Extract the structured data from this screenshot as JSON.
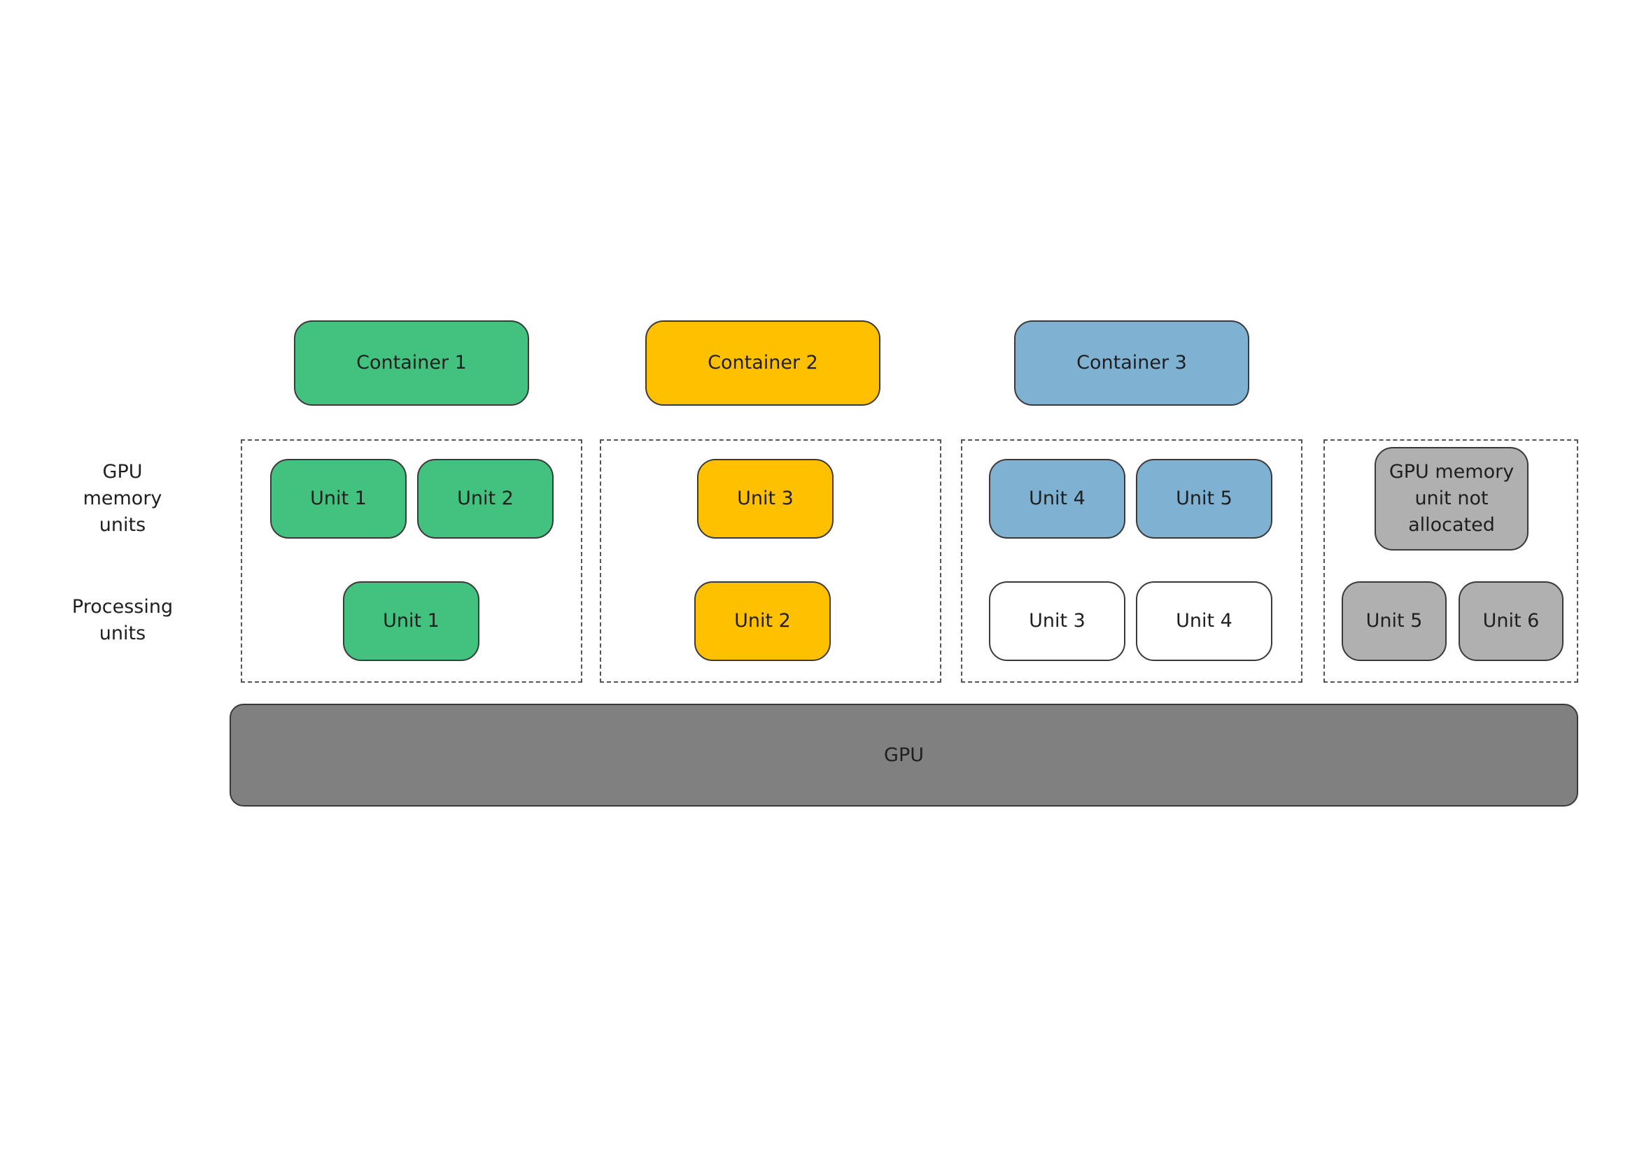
{
  "row_labels": {
    "memory": "GPU\nmemory\nunits",
    "processing": "Processing\nunits"
  },
  "containers": [
    "Container 1",
    "Container 2",
    "Container 3"
  ],
  "group1": {
    "memory": [
      "Unit 1",
      "Unit 2"
    ],
    "processing": [
      "Unit 1"
    ]
  },
  "group2": {
    "memory": [
      "Unit 3"
    ],
    "processing": [
      "Unit 2"
    ]
  },
  "group3": {
    "memory": [
      "Unit 4",
      "Unit 5"
    ],
    "processing": [
      "Unit 3",
      "Unit 4"
    ]
  },
  "group4": {
    "memory_unallocated": "GPU memory\nunit not\nallocated",
    "processing": [
      "Unit 5",
      "Unit 6"
    ]
  },
  "gpu": "GPU",
  "colors": {
    "container1": "#43c17f",
    "container2": "#ffc000",
    "container3": "#7fb1d2",
    "unallocated": "#b0b0b0",
    "idle_processing": "#ffffff",
    "gpu": "#808080"
  }
}
